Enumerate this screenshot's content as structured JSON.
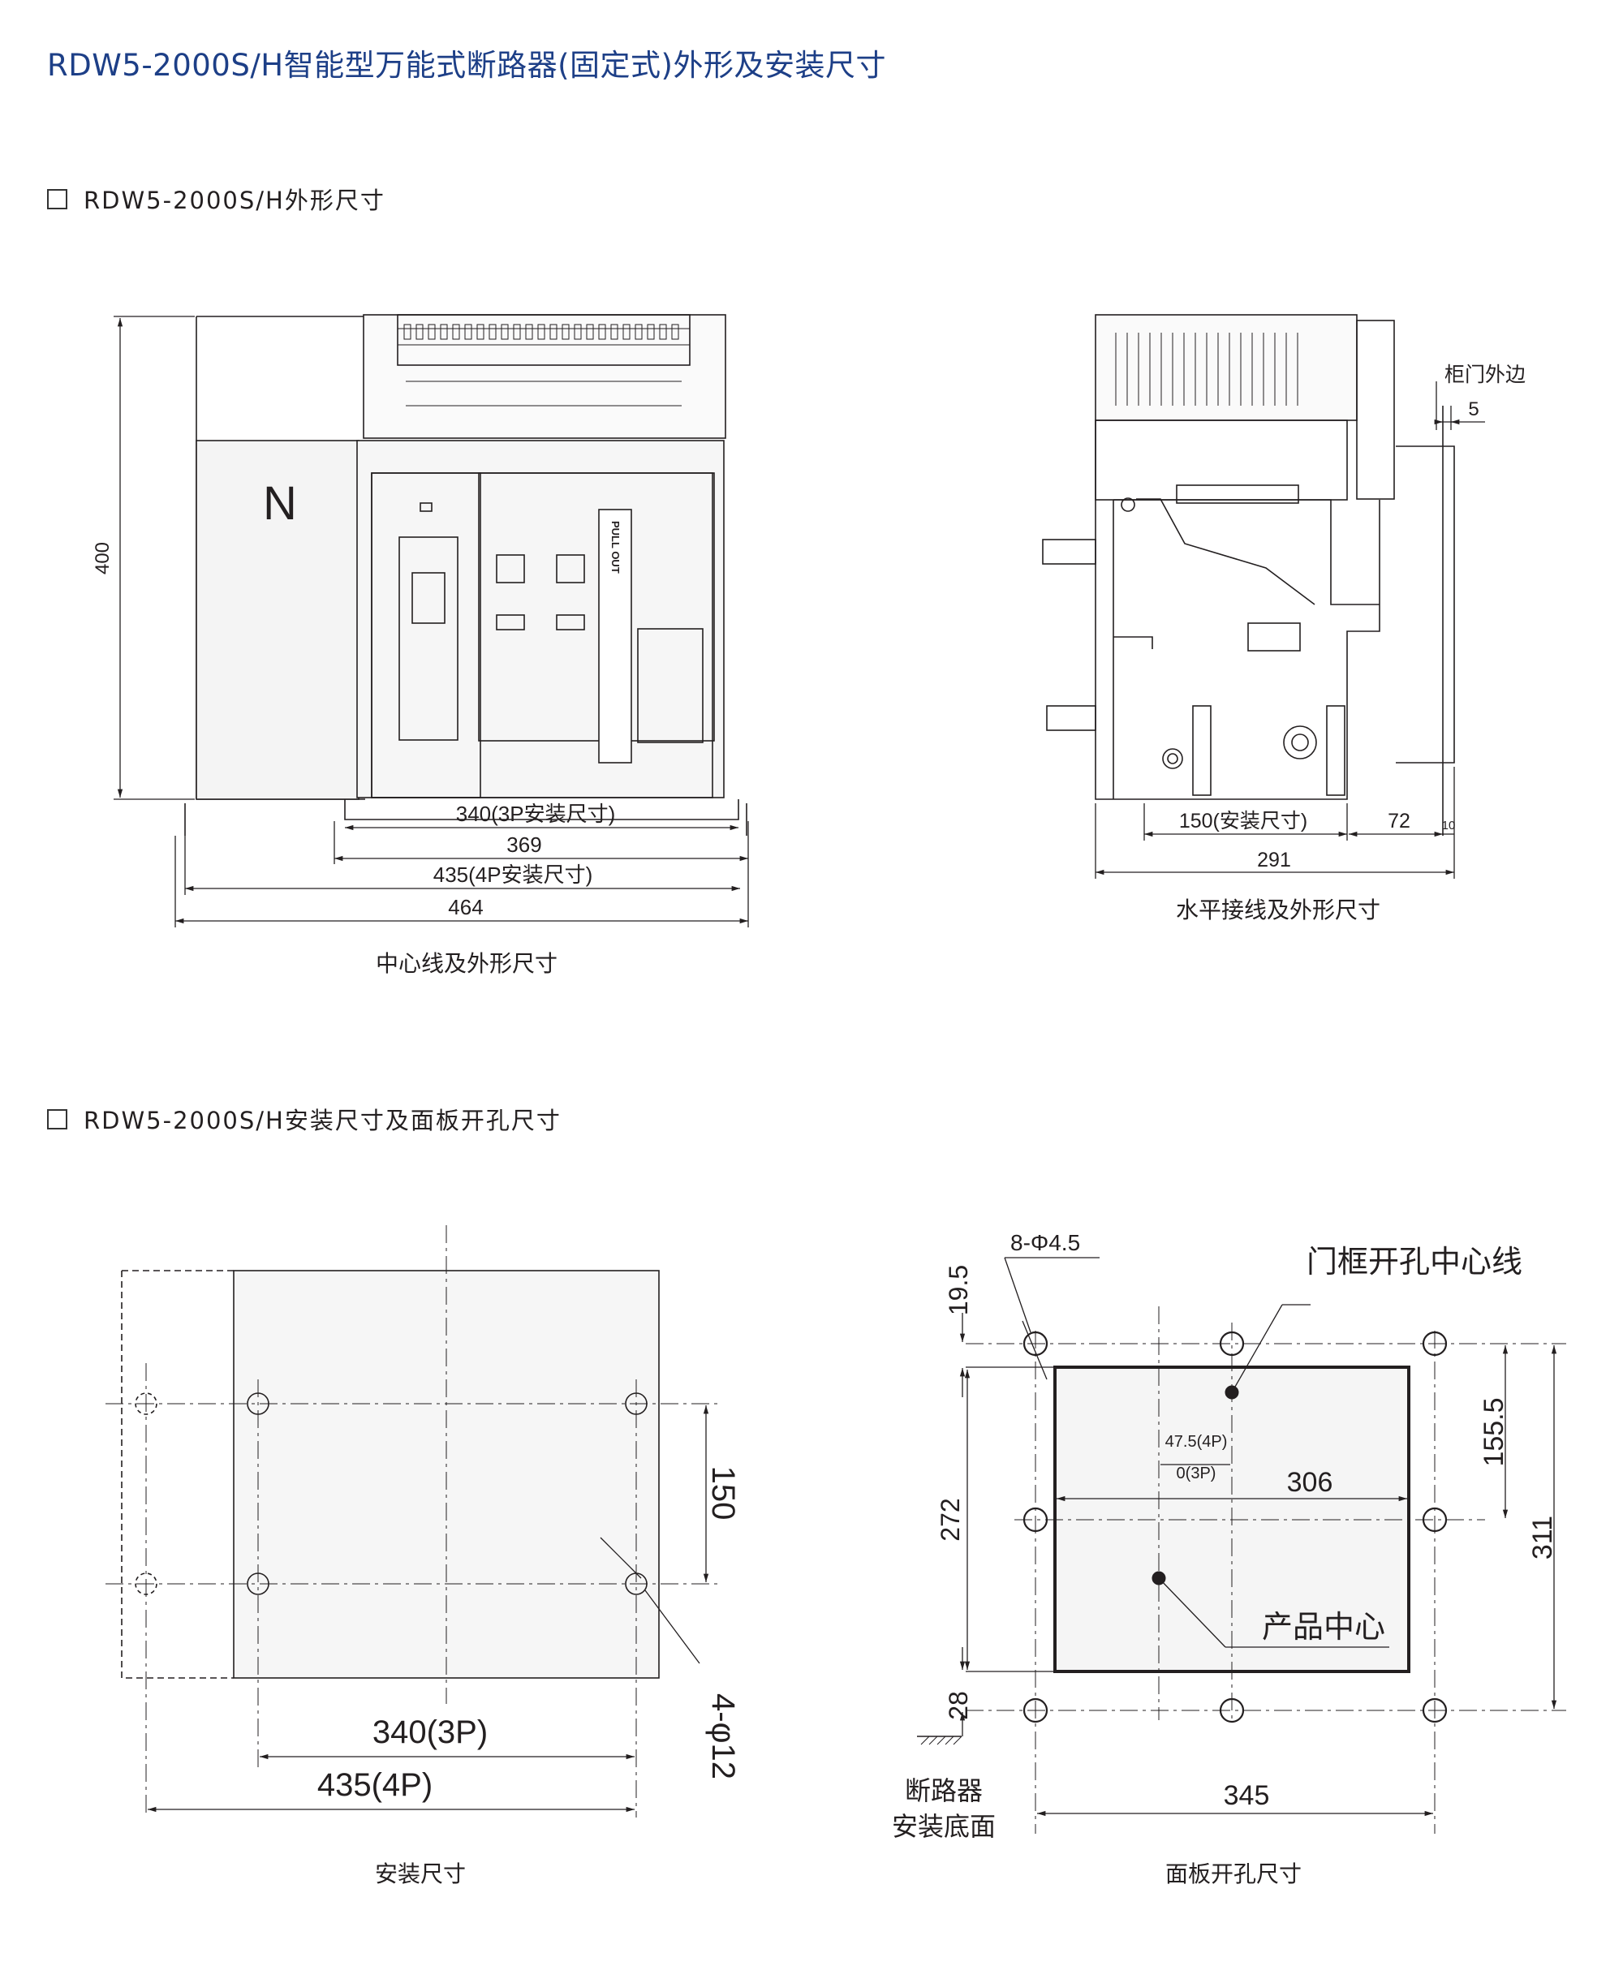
{
  "page_title": "RDW5-2000S/H智能型万能式断路器(固定式)外形及安装尺寸",
  "sections": [
    {
      "label": "RDW5-2000S/H外形尺寸"
    },
    {
      "label": "RDW5-2000S/H安装尺寸及面板开孔尺寸"
    }
  ],
  "front_view": {
    "caption": "中心线及外形尺寸",
    "height_dim": "400",
    "dim_340": "340(3P安装尺寸)",
    "dim_369": "369",
    "dim_435": "435(4P安装尺寸)",
    "dim_464": "464",
    "pull_out": "PULL OUT",
    "panel_letter": "N"
  },
  "side_view": {
    "caption": "水平接线及外形尺寸",
    "door_label": "柜门外边",
    "dim_5": "5",
    "dim_150": "150(安装尺寸)",
    "dim_72": "72",
    "dim_10": "10",
    "dim_291": "291"
  },
  "mount_view": {
    "caption": "安装尺寸",
    "dim_150": "150",
    "dim_340": "340(3P)",
    "dim_435": "435(4P)",
    "holes": "4-φ12"
  },
  "panel_view": {
    "caption": "面板开孔尺寸",
    "holes": "8-Φ4.5",
    "door_center_label": "门框开孔中心线",
    "dim_19_5": "19.5",
    "dim_272": "272",
    "dim_28": "28",
    "dim_47_5": "47.5(4P)",
    "dim_0": "0(3P)",
    "dim_306": "306",
    "dim_155_5": "155.5",
    "dim_311": "311",
    "product_center": "产品中心",
    "breaker_base": "断路器",
    "breaker_base2": "安装底面",
    "dim_345": "345"
  }
}
